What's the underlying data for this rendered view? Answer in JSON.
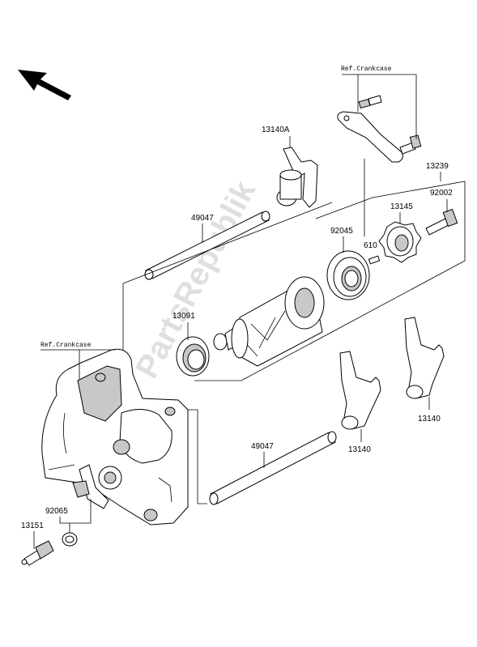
{
  "diagram": {
    "labels": {
      "ref_crankcase_top": "Ref.Crankcase",
      "ref_crankcase_left": "Ref.Crankcase",
      "p13140A": "13140A",
      "p13239": "13239",
      "p92002": "92002",
      "p13145": "13145",
      "p92045": "92045",
      "p610": "610",
      "p49047_top": "49047",
      "p49047_bottom": "49047",
      "p13091": "13091",
      "p13140_right": "13140",
      "p13140_mid": "13140",
      "p92065": "92065",
      "p13151": "13151"
    },
    "watermark": "PartsRepublik",
    "icons": {
      "direction": "arrow-upper-left-icon"
    },
    "colors": {
      "line": "#000000",
      "fill": "#ffffff"
    }
  }
}
